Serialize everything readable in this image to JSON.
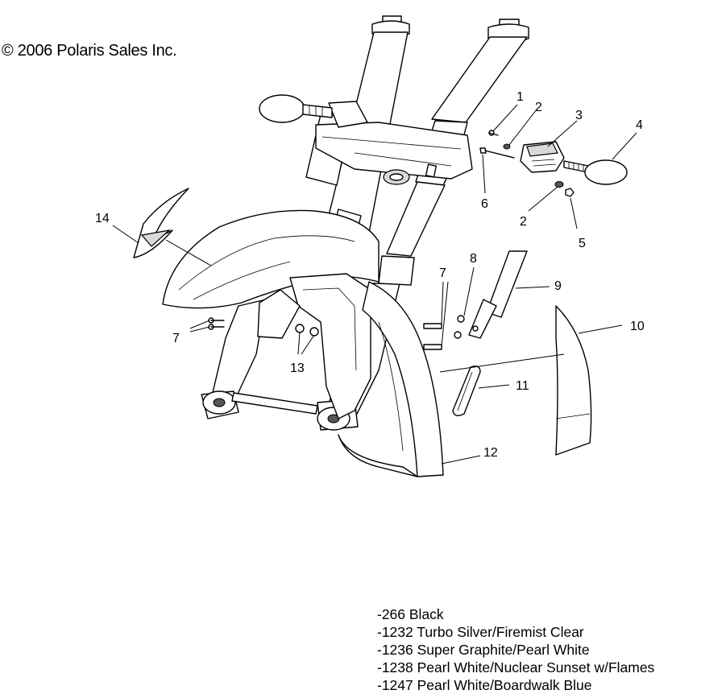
{
  "copyright": "© 2006 Polaris Sales Inc.",
  "callouts": [
    "1",
    "2",
    "3",
    "4",
    "2",
    "5",
    "6",
    "7",
    "8",
    "9",
    "10",
    "7",
    "13",
    "11",
    "12",
    "14"
  ],
  "color_codes": [
    "-266  Black",
    "-1232 Turbo Silver/Firemist Clear",
    "-1236 Super Graphite/Pearl White",
    "-1238 Pearl White/Nuclear Sunset w/Flames",
    "-1247 Pearl White/Boardwalk Blue"
  ]
}
